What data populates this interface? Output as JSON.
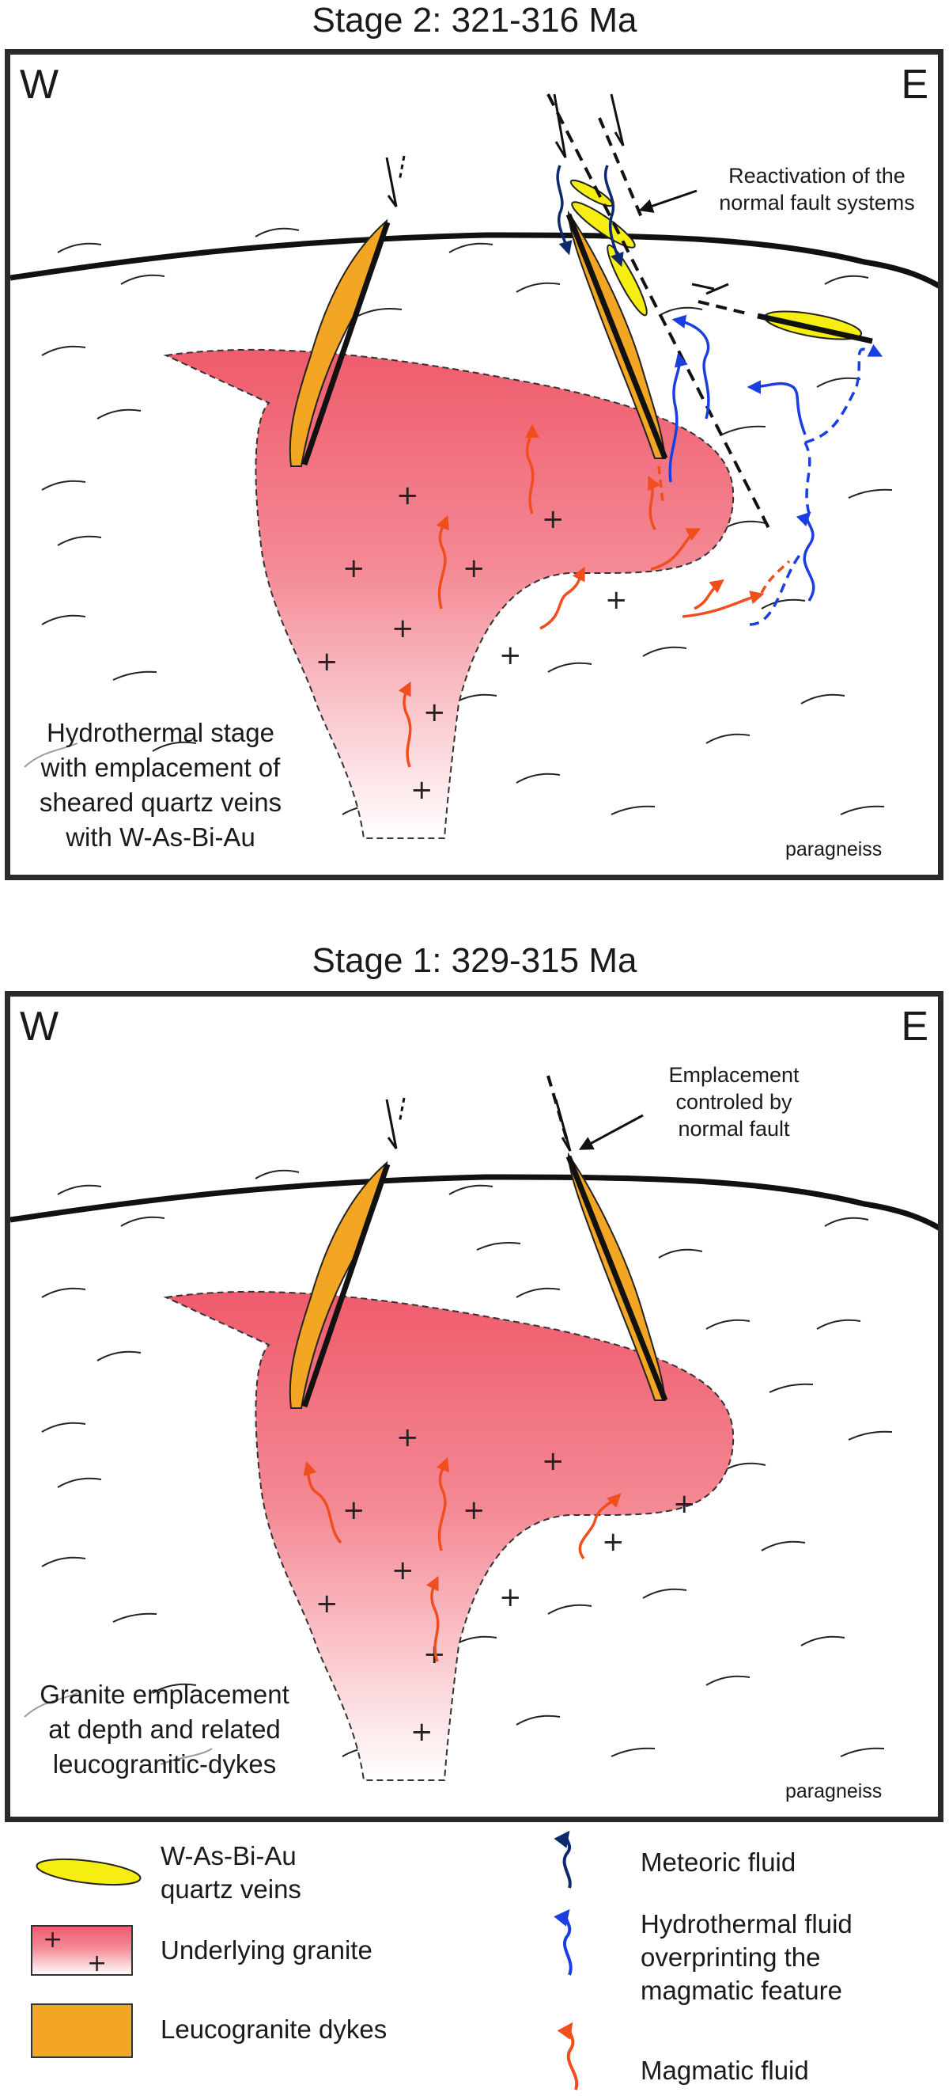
{
  "stage2": {
    "title": "Stage 2: 321-316 Ma",
    "west": "W",
    "east": "E",
    "annotation": [
      "Reactivation of the",
      "normal fault systems"
    ],
    "caption": [
      "Hydrothermal stage",
      "with emplacement of",
      "sheared quartz veins",
      "with W-As-Bi-Au"
    ],
    "rock": "paragneiss"
  },
  "stage1": {
    "title": "Stage 1: 329-315 Ma",
    "west": "W",
    "east": "E",
    "annotation": [
      "Emplacement",
      "controled by",
      "normal fault"
    ],
    "caption": [
      "Granite emplacement",
      "at depth and related",
      "leucogranitic-dykes"
    ],
    "rock": "paragneiss"
  },
  "legend": {
    "veins": [
      "W-As-Bi-Au",
      "quartz veins"
    ],
    "granite": "Underlying granite",
    "dykes": "Leucogranite dykes",
    "meteoric": "Meteoric fluid",
    "hydrothermal": [
      "Hydrothermal fluid",
      "overprinting  the",
      "magmatic feature"
    ],
    "magmatic": "Magmatic fluid"
  },
  "colors": {
    "granite_top": "#ef5b6c",
    "granite_bottom": "#ffffff",
    "dyke": "#f2a623",
    "vein": "#f5ee10",
    "meteoric": "#0e2a6e",
    "hydrothermal": "#1a3fe0",
    "magmatic": "#f04e1d"
  }
}
